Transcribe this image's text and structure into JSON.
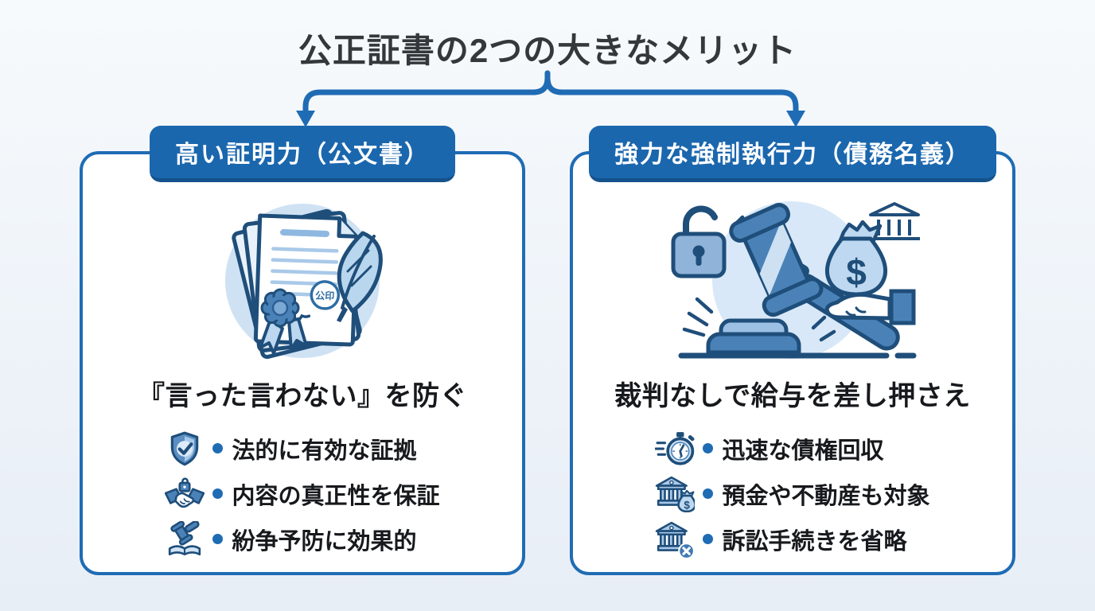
{
  "page": {
    "title": "公正証書の2つの大きなメリット",
    "background_top": "#f7fafc",
    "background_bottom": "#e8eef6",
    "accent_blue": "#1f6cb4",
    "header_blue": "#1b67ae",
    "outline_navy": "#1f4e7a",
    "text_color": "#17191c"
  },
  "connector": {
    "type": "split-arrow-down",
    "color": "#1f6cb4"
  },
  "symbols": {
    "stamp": "公印",
    "dollar": "$"
  },
  "cards": [
    {
      "id": "high-evidential-power",
      "header": "高い証明力（公文書）",
      "illustration": "notarized-documents-seal-quill",
      "subtitle": "『言った言わない』を防ぐ",
      "bullets": [
        {
          "icon": "shield-check-icon",
          "label": "法的に有効な証拠"
        },
        {
          "icon": "handshake-lock-icon",
          "label": "内容の真正性を保証"
        },
        {
          "icon": "gavel-book-icon",
          "label": "紛争予防に効果的"
        }
      ]
    },
    {
      "id": "strong-enforcement-power",
      "header": "強力な強制執行力（債務名義）",
      "illustration": "gavel-broken-lock-moneybag",
      "subtitle": "裁判なしで給与を差し押さえ",
      "bullets": [
        {
          "icon": "stopwatch-icon",
          "label": "迅速な債権回収"
        },
        {
          "icon": "bank-moneybag-icon",
          "label": "預金や不動産も対象"
        },
        {
          "icon": "bank-cross-icon",
          "label": "訴訟手続きを省略"
        }
      ]
    }
  ]
}
